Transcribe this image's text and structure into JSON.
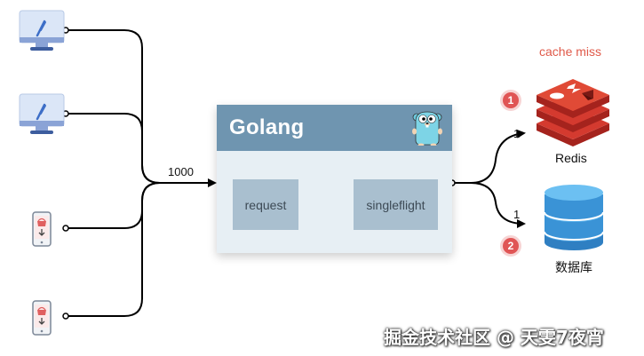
{
  "golang": {
    "title": "Golang"
  },
  "boxes": {
    "request": "request",
    "singleflight": "singleflight"
  },
  "labels": {
    "incoming_count": "1000",
    "internal_count": "1",
    "redis_count": "1",
    "db_count": "1"
  },
  "badges": {
    "first": "1",
    "second": "2"
  },
  "cache_miss": "cache miss",
  "redis": {
    "label": "Redis"
  },
  "database": {
    "label": "数据库"
  },
  "watermark": "掘金技术社区 @ 天雯7夜宵",
  "clients": [
    {
      "type": "desktop-monitor"
    },
    {
      "type": "desktop-monitor"
    },
    {
      "type": "mobile-phone"
    },
    {
      "type": "mobile-phone"
    }
  ],
  "colors": {
    "golang_header": "#6f95b0",
    "golang_body": "#e7eff4",
    "inner_box": "#a9bfcf",
    "redis_red": "#d43a2f",
    "db_blue": "#3a93d6",
    "badge_red": "#e05555",
    "cache_miss": "#e05a4a"
  }
}
